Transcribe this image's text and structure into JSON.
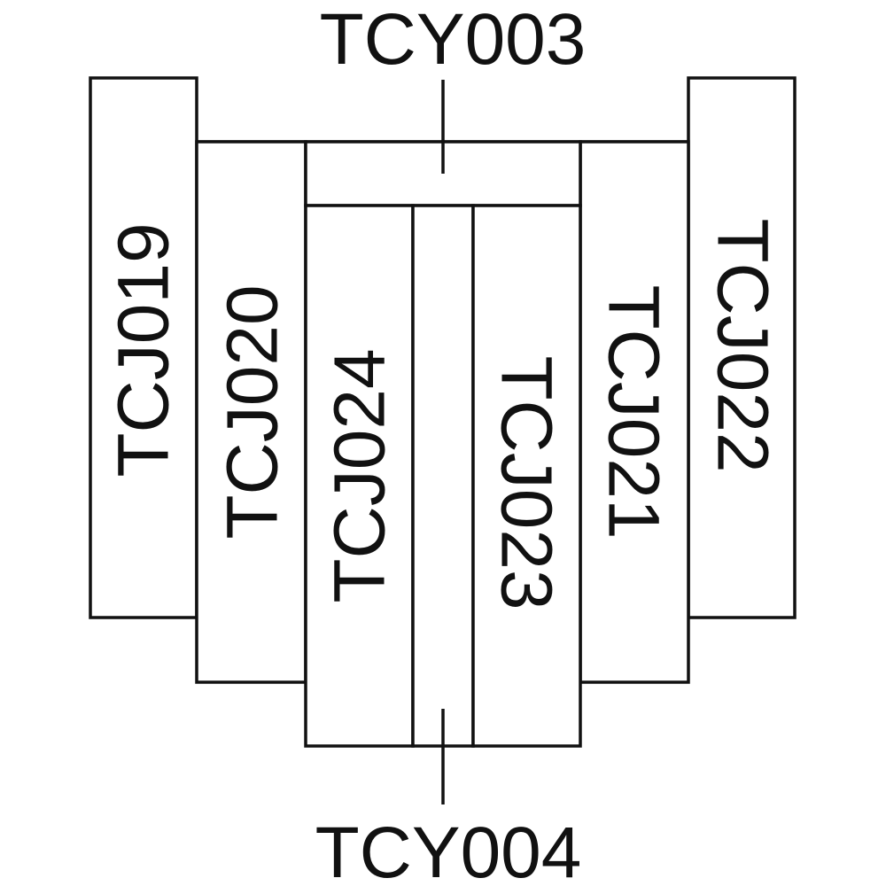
{
  "diagram": {
    "top_label": "TCY003",
    "bottom_label": "TCY004",
    "panels": {
      "tcj019": "TCJ019",
      "tcj020": "TCJ020",
      "tcj024": "TCJ024",
      "tcj023": "TCJ023",
      "tcj021": "TCJ021",
      "tcj022": "TCJ022"
    }
  }
}
